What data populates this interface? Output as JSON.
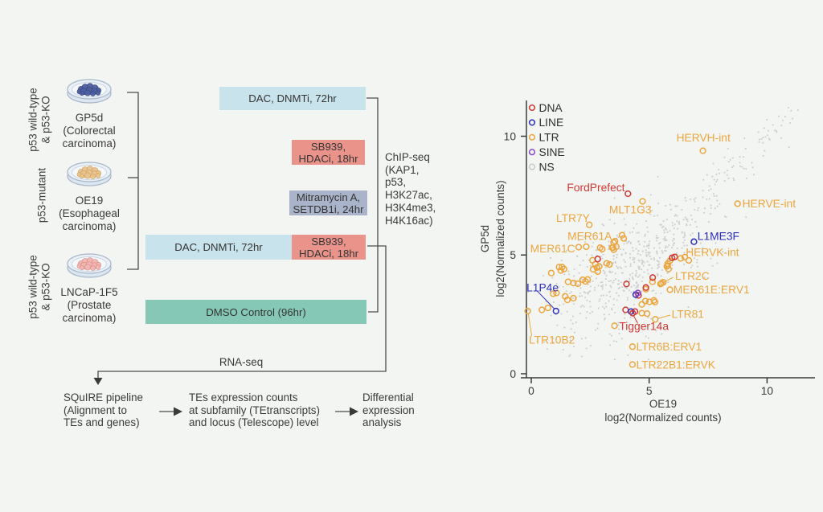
{
  "colors": {
    "bg": "#f3f5f2",
    "text": "#3b3b3b",
    "connector": "#4c4c4c",
    "box_dnmti": "#c8e3eb",
    "box_hdaci": "#e9938a",
    "box_setdb1i": "#a9b3c9",
    "box_dmso": "#85c8b6",
    "dish_rim": "#a8b6c8",
    "dish_fill": "#e9f0f7"
  },
  "diagram": {
    "cell_lines": [
      {
        "group": "p53 wild-type\n& p53-KO",
        "name_block": "GP5d\n(Colorectal\ncarcinoma)",
        "cells_color": "#4d5fa0",
        "cells_stroke": "#3c4c85"
      },
      {
        "group": "p53-mutant",
        "name_block": "OE19\n(Esophageal\ncarcinoma)",
        "cells_color": "#e9c490",
        "cells_stroke": "#d3a869"
      },
      {
        "group": "p53 wild-type\n& p53-KO",
        "name_block": "LNCaP-1F5\n(Prostate\ncarcinoma)",
        "cells_color": "#f2b7b3",
        "cells_stroke": "#dd928e"
      }
    ],
    "boxes": {
      "dac_top": "DAC, DNMTi, 72hr",
      "sb939": "SB939,\nHDACi, 18hr",
      "mitramycin": "Mitramycin A,\nSETDB1i, 24hr",
      "dac_combo": "DAC, DNMTi, 72hr",
      "sb939_combo": "SB939,\nHDACi, 18hr",
      "dmso": "DMSO Control (96hr)"
    },
    "chipseq_label": "ChIP-seq\n(KAP1,\np53,\nH3K27ac,\nH3K4me3,\nH4K16ac)",
    "rnaseq_label": "RNA-seq",
    "pipeline": [
      "SQuIRE pipeline\n(Alignment to\nTEs and genes)",
      "TEs expression counts\nat subfamily (TEtranscripts)\nand locus (Telescope) level",
      "Differential\nexpression\nanalysis"
    ]
  },
  "chart_data": {
    "type": "scatter",
    "xlabel": "OE19",
    "xlabel2": "log2(Normalized counts)",
    "ylabel": "GP5d",
    "ylabel2": "log2(Normalized counts)",
    "xticks": [
      0,
      5,
      10
    ],
    "yticks": [
      0,
      5,
      10
    ],
    "xlim": [
      -0.35,
      11.6
    ],
    "ylim": [
      -0.3,
      11.4
    ],
    "legend_position": "top-left-inside",
    "legend": [
      {
        "label": "DNA",
        "color": "#cf3a34"
      },
      {
        "label": "LINE",
        "color": "#2e2ebf"
      },
      {
        "label": "LTR",
        "color": "#eca63f"
      },
      {
        "label": "SINE",
        "color": "#8b46c8"
      },
      {
        "label": "NS",
        "color": "#c6c8ca"
      }
    ],
    "type_colors": {
      "DNA": "#cf3a34",
      "LINE": "#2e2ebf",
      "LTR": "#eca63f",
      "SINE": "#8b46c8",
      "NS": "#c6c8ca"
    },
    "labeled_points": [
      {
        "name": "HERVH-int",
        "type": "LTR",
        "x": 7.28,
        "y": 9.39,
        "label_x": 7.3,
        "label_y": 9.95,
        "anchor": "middle"
      },
      {
        "name": "HERVE-int",
        "type": "LTR",
        "x": 8.75,
        "y": 7.16,
        "label_x": 8.95,
        "label_y": 7.16,
        "anchor": "start"
      },
      {
        "name": "FordPrefect",
        "type": "DNA",
        "x": 4.1,
        "y": 7.58,
        "label_x": 3.97,
        "label_y": 7.85,
        "anchor": "end"
      },
      {
        "name": "MLT1G3",
        "type": "LTR",
        "x": 4.72,
        "y": 7.26,
        "label_x": 4.2,
        "label_y": 6.91,
        "anchor": "middle"
      },
      {
        "name": "LTR7Y",
        "type": "LTR",
        "x": 2.46,
        "y": 6.27,
        "label_x": 1.77,
        "label_y": 6.55,
        "anchor": "middle"
      },
      {
        "name": "MER61A",
        "type": "LTR",
        "x": 3.55,
        "y": 5.58,
        "label_x": 3.42,
        "label_y": 5.8,
        "anchor": "end"
      },
      {
        "name": "MER61C",
        "type": "LTR",
        "x": 2.01,
        "y": 5.33,
        "label_x": 1.86,
        "label_y": 5.27,
        "anchor": "end"
      },
      {
        "name": "L1ME3F",
        "type": "LINE",
        "x": 6.9,
        "y": 5.56,
        "label_x": 7.05,
        "label_y": 5.8,
        "anchor": "start"
      },
      {
        "name": "HERVK-int",
        "type": "LTR",
        "x": 6.34,
        "y": 4.86,
        "label_x": 6.55,
        "label_y": 5.12,
        "anchor": "start"
      },
      {
        "name": "LTR2C",
        "type": "LTR",
        "x": 5.52,
        "y": 3.81,
        "label_x": 6.1,
        "label_y": 4.13,
        "anchor": "start",
        "leader": [
          6.02,
          4.06,
          5.62,
          3.86
        ]
      },
      {
        "name": "MER61E:ERV1",
        "type": "LTR",
        "x": 5.88,
        "y": 3.54,
        "label_x": 6.03,
        "label_y": 3.54,
        "anchor": "start"
      },
      {
        "name": "L1P4e",
        "type": "LINE",
        "x": 1.05,
        "y": 2.64,
        "label_x": -0.2,
        "label_y": 3.63,
        "anchor": "start",
        "leader": [
          0.26,
          3.48,
          0.98,
          2.73
        ]
      },
      {
        "name": "LTR81",
        "type": "LTR",
        "x": 5.26,
        "y": 2.29,
        "label_x": 5.95,
        "label_y": 2.52,
        "anchor": "start",
        "leader": [
          5.9,
          2.47,
          5.36,
          2.32
        ]
      },
      {
        "name": "Tigger14a",
        "type": "DNA",
        "x": 4.3,
        "y": 2.55,
        "label_x": 3.73,
        "label_y": 2.0,
        "anchor": "start",
        "leader": [
          4.33,
          2.46,
          4.52,
          2.12
        ]
      },
      {
        "name": "LTR10B2",
        "type": "LTR",
        "x": -0.15,
        "y": 2.64,
        "label_x": -0.1,
        "label_y": 1.43,
        "anchor": "start",
        "leader": [
          0.02,
          1.58,
          -0.12,
          2.5
        ]
      },
      {
        "name": "LTR6B:ERV1",
        "type": "LTR",
        "x": 4.29,
        "y": 1.14,
        "label_x": 4.45,
        "label_y": 1.14,
        "anchor": "start"
      },
      {
        "name": "LTR22B1:ERVK",
        "type": "LTR",
        "x": 4.29,
        "y": 0.39,
        "label_x": 4.45,
        "label_y": 0.39,
        "anchor": "start"
      }
    ],
    "extra_points": {
      "LTR": [
        [
          3.85,
          5.83
        ],
        [
          3.92,
          5.7
        ],
        [
          3.49,
          5.53
        ],
        [
          3.61,
          5.35
        ],
        [
          3.46,
          5.31
        ],
        [
          2.33,
          5.35
        ],
        [
          2.92,
          5.31
        ],
        [
          3.01,
          5.25
        ],
        [
          3.43,
          5.31
        ],
        [
          3.5,
          5.22
        ],
        [
          2.6,
          4.78
        ],
        [
          2.72,
          4.62
        ],
        [
          2.78,
          4.47
        ],
        [
          2.62,
          4.4
        ],
        [
          2.88,
          4.52
        ],
        [
          2.82,
          4.3
        ],
        [
          3.2,
          4.65
        ],
        [
          3.32,
          4.6
        ],
        [
          1.18,
          4.49
        ],
        [
          1.31,
          4.49
        ],
        [
          1.39,
          4.41
        ],
        [
          1.25,
          4.35
        ],
        [
          0.85,
          4.24
        ],
        [
          2.18,
          3.96
        ],
        [
          2.3,
          3.89
        ],
        [
          2.39,
          3.97
        ],
        [
          1.56,
          3.87
        ],
        [
          1.79,
          3.82
        ],
        [
          1.98,
          3.79
        ],
        [
          0.93,
          3.37
        ],
        [
          1.07,
          3.4
        ],
        [
          1.44,
          3.26
        ],
        [
          1.53,
          3.11
        ],
        [
          1.79,
          3.18
        ],
        [
          0.45,
          2.69
        ],
        [
          0.71,
          2.77
        ],
        [
          3.53,
          2.02
        ],
        [
          4.69,
          2.92
        ],
        [
          4.84,
          3.06
        ],
        [
          5.01,
          3.03
        ],
        [
          5.2,
          3.09
        ],
        [
          5.25,
          3.02
        ],
        [
          4.86,
          3.56
        ],
        [
          5.14,
          3.87
        ],
        [
          5.48,
          3.78
        ],
        [
          5.6,
          3.85
        ],
        [
          5.78,
          4.55
        ],
        [
          5.82,
          4.41
        ],
        [
          5.88,
          4.75
        ],
        [
          5.79,
          4.64
        ],
        [
          5.75,
          4.52
        ],
        [
          6.51,
          4.91
        ],
        [
          6.68,
          4.77
        ],
        [
          4.69,
          2.55
        ],
        [
          4.91,
          2.53
        ]
      ],
      "DNA": [
        [
          2.82,
          4.83
        ],
        [
          5.15,
          4.05
        ],
        [
          4.04,
          3.78
        ],
        [
          4.86,
          3.63
        ],
        [
          4.55,
          3.3
        ],
        [
          5.97,
          4.88
        ],
        [
          6.08,
          4.92
        ],
        [
          4.0,
          2.69
        ],
        [
          4.4,
          2.62
        ]
      ],
      "LINE": [
        [
          4.43,
          3.33
        ],
        [
          4.23,
          2.62
        ]
      ],
      "SINE": [
        [
          4.52,
          3.4
        ]
      ]
    },
    "ns_cloud": {
      "seed": 20,
      "gauss": {
        "n": 520,
        "cx": 4.2,
        "cy": 4.55,
        "sx": 1.6,
        "sy": 1.25,
        "rho": 0.6
      },
      "diag": {
        "n": 115,
        "t0": 5.4,
        "t1": 11.2,
        "jitter": 0.3
      },
      "uniform": {
        "n": 40,
        "x0": 0.6,
        "x1": 5.6,
        "y0": 0.4,
        "y1": 2.4
      }
    }
  }
}
